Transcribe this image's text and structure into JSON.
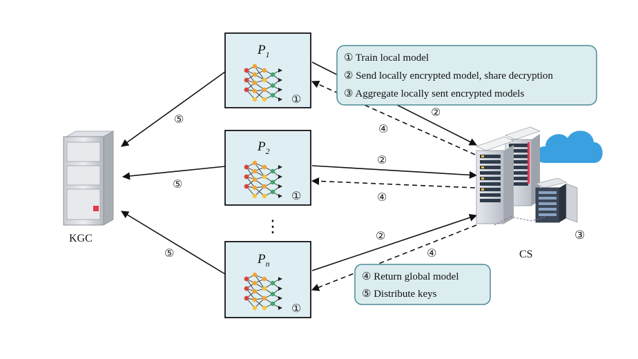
{
  "participants": [
    {
      "base": "P",
      "sub": "1",
      "step": "①"
    },
    {
      "base": "P",
      "sub": "2",
      "step": "①"
    },
    {
      "base": "P",
      "sub": "n",
      "step": "①"
    }
  ],
  "ellipsis": "⋮",
  "kgc": {
    "label": "KGC"
  },
  "cs": {
    "label": "CS",
    "step": "③"
  },
  "edge_labels": {
    "p1_to_cs": "②",
    "cs_to_p1": "④",
    "p2_to_cs": "②",
    "cs_to_p2": "④",
    "pn_to_cs": "②",
    "cs_to_pn": "④",
    "kgc_to_p1": "⑤",
    "kgc_to_p2": "⑤",
    "kgc_to_pn": "⑤"
  },
  "legend_top": [
    "① Train local model",
    "② Send locally encrypted model, share decryption",
    "③ Aggregate locally sent encrypted models"
  ],
  "legend_bottom": [
    "④ Return global model",
    "⑤ Distribute keys"
  ],
  "colors": {
    "box_fill": "#dfeef3",
    "legend_fill": "#dcedf0",
    "legend_stroke": "#4b8a95",
    "cloud": "#3aa0e0",
    "node_red": "#d9443a",
    "node_orange": "#f2a531",
    "node_yellow": "#f4c542",
    "node_green": "#3fa66a"
  }
}
